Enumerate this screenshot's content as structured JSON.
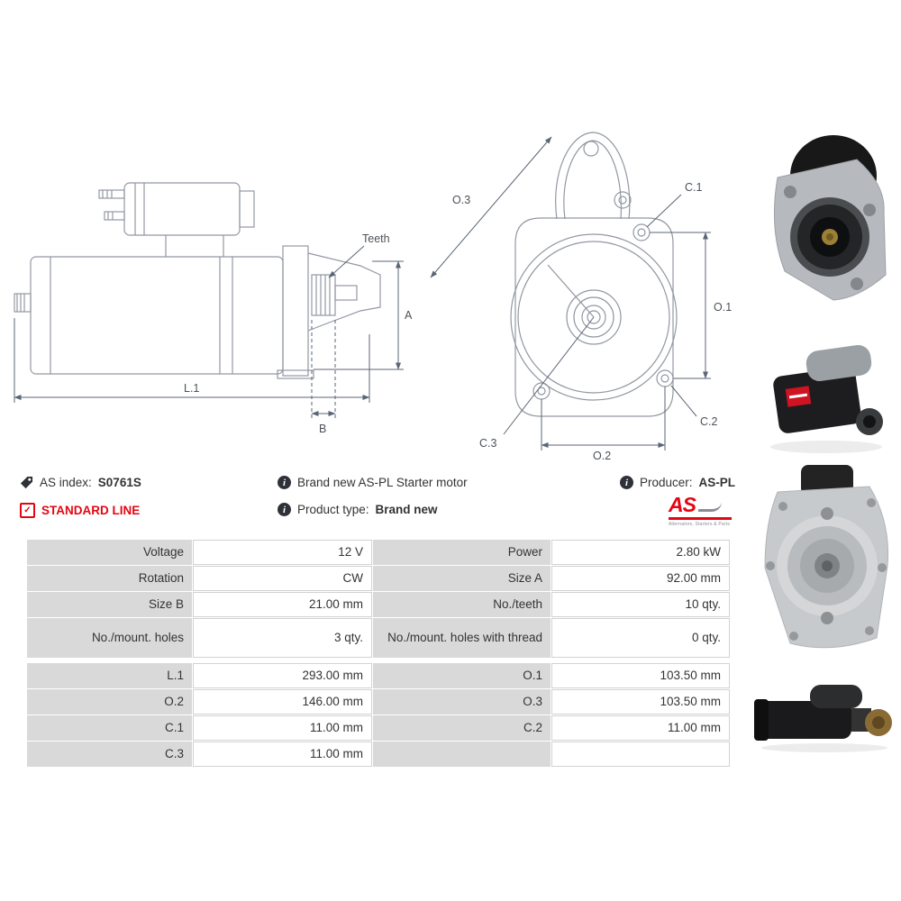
{
  "product": {
    "as_index_label": "AS index:",
    "as_index_value": "S0761S",
    "standard_line": "STANDARD LINE",
    "brand_new_text": "Brand new AS-PL Starter motor",
    "product_type_label": "Product type:",
    "product_type_value": "Brand new",
    "producer_label": "Producer:",
    "producer_value": "AS-PL",
    "logo_text": "AS",
    "logo_subtext": "Alternators, Starters & Parts"
  },
  "icons": {
    "info_glyph": "i",
    "check_glyph": "✓"
  },
  "drawing": {
    "labels": {
      "teeth": "Teeth",
      "A": "A",
      "B": "B",
      "L1": "L.1",
      "O1": "O.1",
      "O2": "O.2",
      "O3": "O.3",
      "C1": "C.1",
      "C2": "C.2",
      "C3": "C.3"
    }
  },
  "spec_table": {
    "left": [
      {
        "label": "Voltage",
        "value": "12 V"
      },
      {
        "label": "Rotation",
        "value": "CW"
      },
      {
        "label": "Size B",
        "value": "21.00 mm"
      },
      {
        "label": "No./mount. holes",
        "value": "3 qty."
      },
      {
        "label": "L.1",
        "value": "293.00 mm"
      },
      {
        "label": "O.2",
        "value": "146.00 mm"
      },
      {
        "label": "C.1",
        "value": "11.00 mm"
      },
      {
        "label": "C.3",
        "value": "11.00 mm"
      }
    ],
    "right": [
      {
        "label": "Power",
        "value": "2.80 kW"
      },
      {
        "label": "Size A",
        "value": "92.00 mm"
      },
      {
        "label": "No./teeth",
        "value": "10 qty."
      },
      {
        "label": "No./mount. holes with thread",
        "value": "0 qty."
      },
      {
        "label": "O.1",
        "value": "103.50 mm"
      },
      {
        "label": "O.3",
        "value": "103.50 mm"
      },
      {
        "label": "C.2",
        "value": "11.00 mm"
      },
      {
        "label": "",
        "value": ""
      }
    ]
  },
  "colors": {
    "accent_red": "#e30613",
    "table_label_bg": "#d9d9d9",
    "dimension_line": "#5b6575"
  }
}
